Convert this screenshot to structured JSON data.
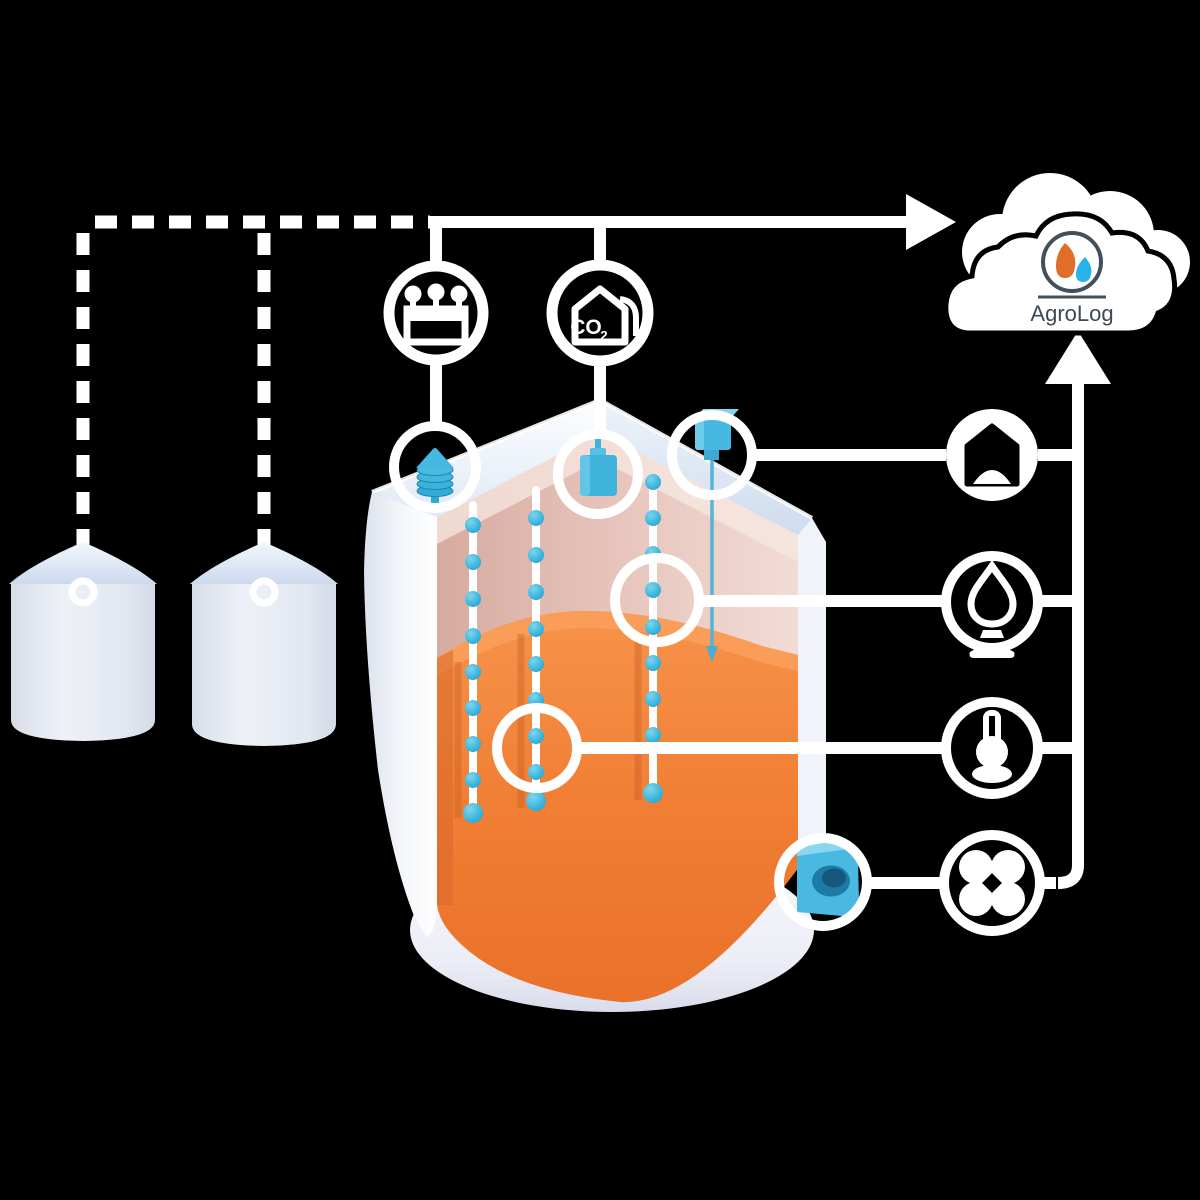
{
  "title": "AgroLog silo monitoring system diagram",
  "background_color": "#000000",
  "cloud": {
    "brand": "AgroLog",
    "logo": {
      "flame_color": "#e06e28",
      "drop_color": "#28b2e8",
      "ring_color": "#41505a",
      "text_color": "#3d4a52"
    }
  },
  "top_icons": {
    "gateway": {
      "name": "gateway-device-icon"
    },
    "co2": {
      "name": "co2-sensor-icon",
      "label_main": "CO",
      "label_sub": "2"
    }
  },
  "right_icons": [
    {
      "name": "silo-level-icon"
    },
    {
      "name": "moisture-icon"
    },
    {
      "name": "temperature-icon"
    },
    {
      "name": "fan-icon"
    }
  ],
  "silo_scene": {
    "small_silos": 2,
    "sensor_cables": 3,
    "sensors": [
      "ambient-sensor",
      "hanging-co2-sensor",
      "level-sensor-cube",
      "aeration-vent"
    ],
    "colors": {
      "grain_orange": "#f0803a",
      "grain_shadow": "#d9682a",
      "interior_pink": "#e8c8bf",
      "roof_blue": "#dce7f4",
      "sensor_blue": "#45b7e0",
      "bead_blue": "#3cb6de",
      "line_white": "#ffffff",
      "silo_body": "#e6ebf3"
    }
  }
}
